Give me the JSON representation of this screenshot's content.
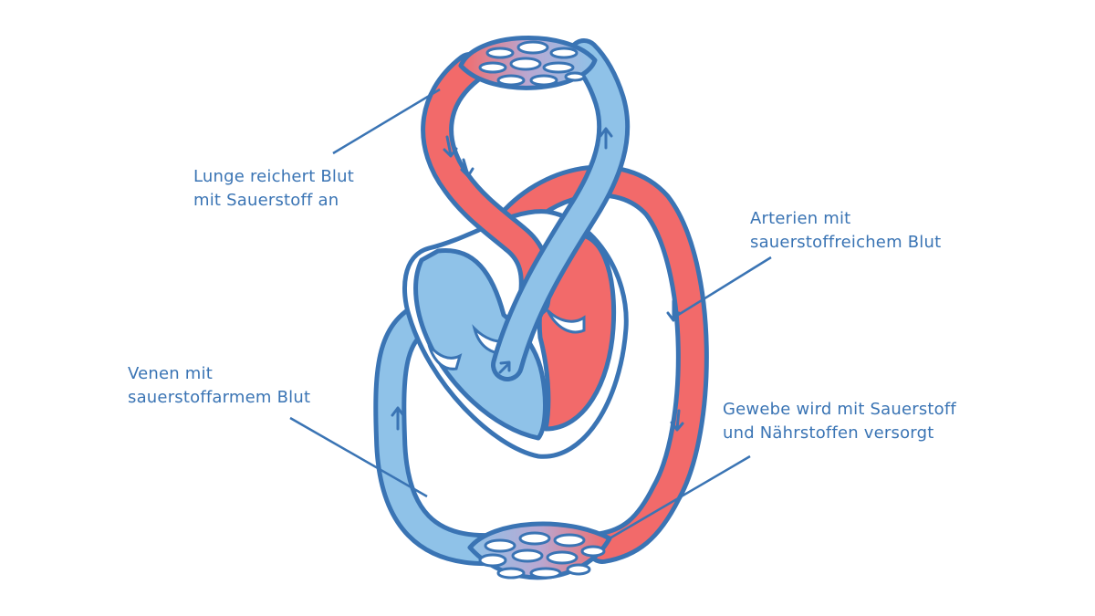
{
  "labels": {
    "lunge": {
      "line1": "Lunge reichert Blut",
      "line2": "mit Sauerstoff an"
    },
    "arterien": {
      "line1": "Arterien mit",
      "line2": "sauerstoffreichem Blut"
    },
    "venen": {
      "line1": "Venen mit",
      "line2": "sauerstoffarmem Blut"
    },
    "gewebe": {
      "line1": "Gewebe wird mit Sauerstoff",
      "line2": "und Nährstoffen versorgt"
    }
  },
  "colors": {
    "outline": "#3A74B4",
    "oxygen_rich": "#F26A6A",
    "oxygen_poor": "#8FC2E8",
    "capillary_mix": "#B9A8D2",
    "text": "#3A74B4"
  }
}
